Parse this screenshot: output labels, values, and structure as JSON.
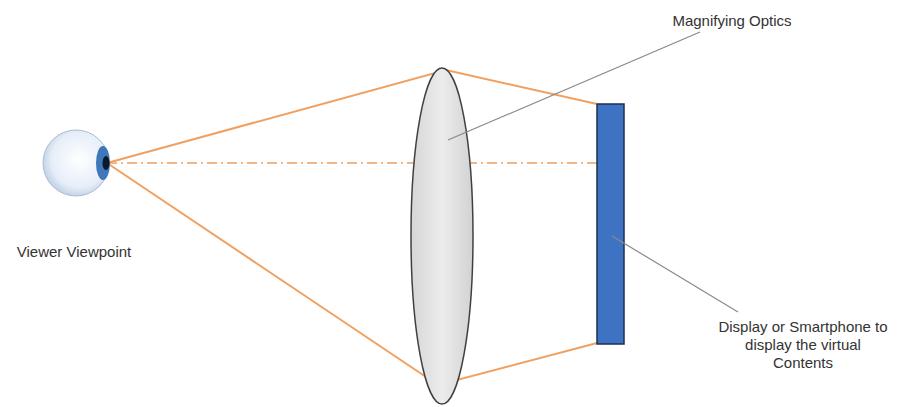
{
  "diagram": {
    "labels": [
      "Magnifying Optics",
      "Viewer Viewpoint",
      "Display or Smartphone to display the virtual Contents"
    ]
  }
}
